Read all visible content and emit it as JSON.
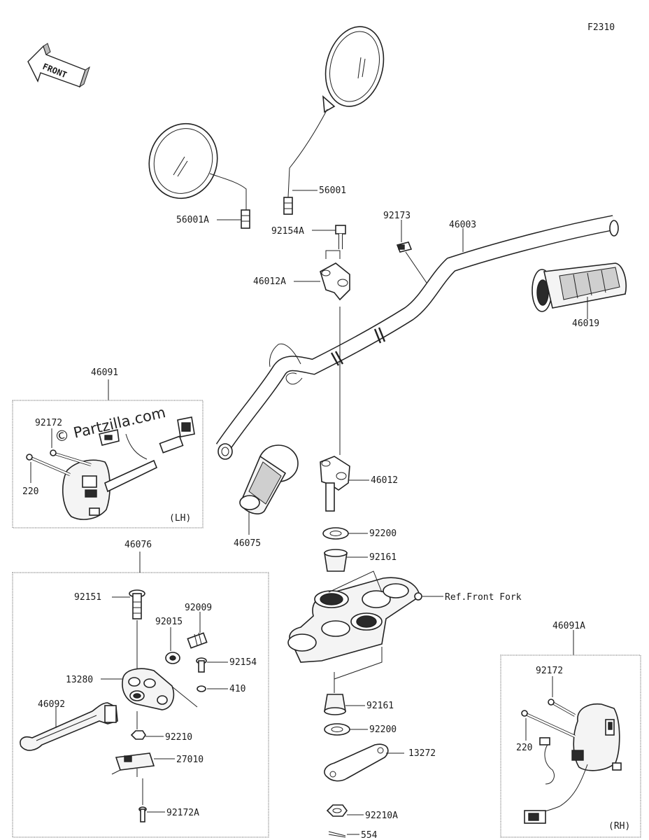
{
  "figure_code": "F2310",
  "front_label": "FRONT",
  "watermark": "© Partzilla.com",
  "labels": {
    "p56001": "56001",
    "p56001A": "56001A",
    "p92154A": "92154A",
    "p92173": "92173",
    "p46003": "46003",
    "p46012A": "46012A",
    "p46019": "46019",
    "p46091": "46091",
    "p92172_lh": "92172",
    "p220_lh": "220",
    "lh_tag": "(LH)",
    "p46075": "46075",
    "p46012": "46012",
    "p92200_top": "92200",
    "p92161_top": "92161",
    "ref_front_fork": "Ref.Front Fork",
    "p46076": "46076",
    "p92151": "92151",
    "p92009": "92009",
    "p92015": "92015",
    "p92154": "92154",
    "p13280": "13280",
    "p410": "410",
    "p46092": "46092",
    "p92210": "92210",
    "p27010": "27010",
    "p92172A": "92172A",
    "p92161_bot": "92161",
    "p92200_bot": "92200",
    "p13272": "13272",
    "p92210A": "92210A",
    "p554": "554",
    "p46091A": "46091A",
    "p92172_rh": "92172",
    "p220_rh": "220",
    "rh_tag": "(RH)"
  }
}
